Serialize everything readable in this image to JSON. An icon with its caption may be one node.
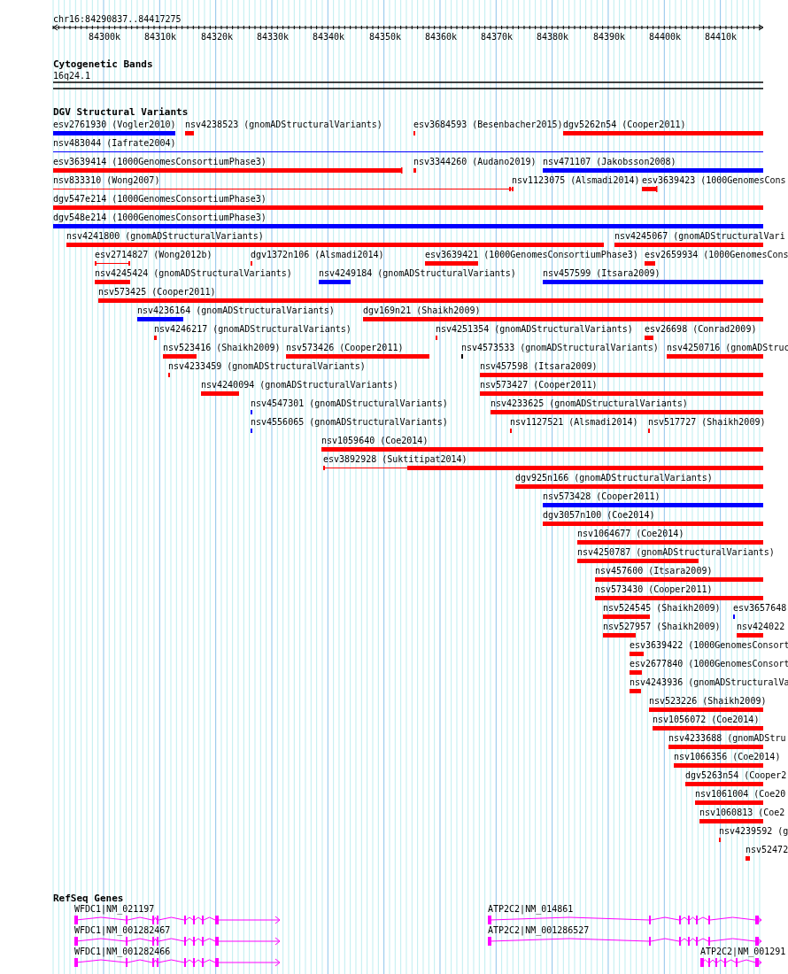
{
  "diagram": {
    "labels": [
      "chr16:84290837..84417275",
      "84300k",
      "84310k",
      "84320k",
      "84330k",
      "84340k",
      "84350k",
      "84360k",
      "84370k",
      "84380k",
      "84390k",
      "84400k",
      "84410k",
      "Cytogenetic Bands",
      "16q24.1",
      "DGV Structural Variants",
      "esv2761930 (Vogler2010)",
      "nsv4238523 (gnomADStructuralVariants)",
      "esv3684593 (Besenbacher2015)",
      "dgv5262n54 (Cooper2011)",
      "nsv483044 (Iafrate2004)",
      "esv3639414 (1000GenomesConsortiumPhase3)",
      "nsv3344260 (Audano2019)",
      "nsv471107 (Jakobsson2008)",
      "nsv833310 (Wong2007)",
      "nsv1123075 (Alsmadi2014)",
      "esv3639423 (1000GenomesCons",
      "dgv547e214 (1000GenomesConsortiumPhase3)",
      "dgv548e214 (1000GenomesConsortiumPhase3)",
      "nsv4241800 (gnomADStructuralVariants)",
      "nsv4245067 (gnomADStructuralVari",
      "esv2714827 (Wong2012b)",
      "dgv1372n106 (Alsmadi2014)",
      "esv3639421 (1000GenomesConsortiumPhase3)",
      "esv2659934 (1000GenomesCons",
      "nsv4245424 (gnomADStructuralVariants)",
      "nsv4249184 (gnomADStructuralVariants)",
      "nsv457599 (Itsara2009)",
      "nsv573425 (Cooper2011)",
      "nsv4236164 (gnomADStructuralVariants)",
      "dgv169n21 (Shaikh2009)",
      "nsv4246217 (gnomADStructuralVariants)",
      "nsv4251354 (gnomADStructuralVariants)",
      "esv26698 (Conrad2009)",
      "nsv523416 (Shaikh2009)",
      "nsv573426 (Cooper2011)",
      "nsv4573533 (gnomADStructuralVariants)",
      "nsv4250716 (gnomADStruc",
      "nsv4233459 (gnomADStructuralVariants)",
      "nsv457598 (Itsara2009)",
      "nsv4240094 (gnomADStructuralVariants)",
      "nsv573427 (Cooper2011)",
      "nsv4547301 (gnomADStructuralVariants)",
      "nsv4233625 (gnomADStructuralVariants)",
      "nsv4556065 (gnomADStructuralVariants)",
      "nsv1127521 (Alsmadi2014)",
      "nsv517727 (Shaikh2009)",
      "nsv1059640 (Coe2014)",
      "esv3892928 (Suktitipat2014)",
      "dgv925n166 (gnomADStructuralVariants)",
      "nsv573428 (Cooper2011)",
      "dgv3057n100 (Coe2014)",
      "nsv1064677 (Coe2014)",
      "nsv4250787 (gnomADStructuralVariants)",
      "nsv457600 (Itsara2009)",
      "nsv573430 (Cooper2011)",
      "nsv524545 (Shaikh2009)",
      "esv3657648",
      "nsv527957 (Shaikh2009)",
      "nsv424022",
      "esv3639422 (1000GenomesConsort",
      "esv2677840 (1000GenomesConsort",
      "nsv4243936 (gnomADStructuralVa",
      "nsv523226 (Shaikh2009)",
      "nsv1056072 (Coe2014)",
      "nsv4233688 (gnomADStru",
      "nsv1066356 (Coe2014)",
      "dgv5263n54 (Cooper2",
      "nsv1061004 (Coe20",
      "nsv1060813 (Coe2",
      "nsv4239592 (g",
      "nsv52472",
      "RefSeq Genes",
      "WFDC1|NM_021197",
      "ATP2C2|NM_014861",
      "WFDC1|NM_001282467",
      "ATP2C2|NM_001286527",
      "WFDC1|NM_001282466",
      "ATP2C2|NM_001291"
    ]
  }
}
